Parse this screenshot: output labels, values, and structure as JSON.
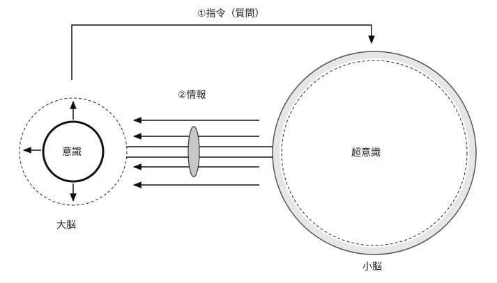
{
  "diagram": {
    "command_label": "①指令（質問）",
    "info_label": "②情報",
    "consciousness_label": "意識",
    "superconsciousness_label": "超意識",
    "cerebrum_label": "大脳",
    "cerebellum_label": "小脳"
  },
  "colors": {
    "stroke": "#111111",
    "cerebellum_ring": "#e6e6e6",
    "lens_fill": "#c8c8c8"
  }
}
